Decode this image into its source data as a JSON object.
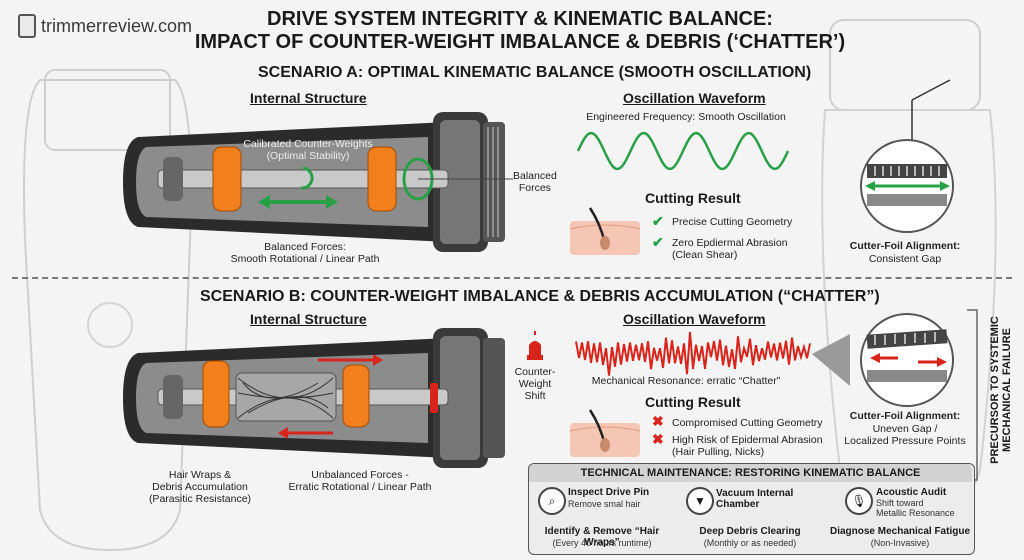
{
  "logo": {
    "text": "trimmerreview.com"
  },
  "title": {
    "line1": "DRIVE SYSTEM INTEGRITY & KINEMATIC BALANCE:",
    "line2": "IMPACT OF COUNTER-WEIGHT IMBALANCE & DEBRIS (‘CHATTER’)"
  },
  "scenario_a": {
    "heading": "SCENARIO A: OPTIMAL KINEMATIC BALANCE (SMOOTH OSCILLATION)",
    "internal_title": "Internal Structure",
    "counterweights": "Calibrated Counter-Weights\n(Optimal Stability)",
    "balanced_side": "Balanced\nForces",
    "balanced_bottom": "Balanced Forces:\nSmooth Rotational / Linear Path",
    "waveform_title": "Oscillation Waveform",
    "waveform_caption": "Engineered Frequency: Smooth Oscillation",
    "cutting_title": "Cutting Result",
    "results": [
      "Precise Cutting Geometry",
      "Zero Epdiermal Abrasion\n(Clean Shear)"
    ],
    "alignment_title": "Cutter-Foil Alignment:",
    "alignment_value": "Consistent Gap"
  },
  "scenario_b": {
    "heading": "SCENARIO B: COUNTER-WEIGHT IMBALANCE & DEBRIS ACCUMULATION (“CHATTER”)",
    "internal_title": "Internal Structure",
    "shift_label": "Counter-\nWeight\nShift",
    "hair_wraps": "Hair Wraps &\nDebris Accumulation\n(Parasitic Resistance)",
    "unbalanced": "Unbalanced Forces -\nErratic Rotational / Linear Path",
    "waveform_title": "Oscillation Waveform",
    "waveform_caption": "Mechanical Resonance: erratic “Chatter”",
    "cutting_title": "Cutting Result",
    "results": [
      "Compromised Cutting Geometry",
      "High Risk of Epidermal Abrasion\n(Hair Pulling, Nicks)"
    ],
    "alignment_title": "Cutter-Foil Alignment:",
    "alignment_value": "Uneven Gap /\nLocalized Pressure Points",
    "side_note": "PRECURSOR TO SYSTEMIC\nMECHANICAL FAILURE"
  },
  "maintenance": {
    "heading": "TECHNICAL MAINTENANCE: RESTORING KINEMATIC BALANCE",
    "items": [
      {
        "icon": "magnifier-icon",
        "title": "Inspect Drive Pin",
        "sub": "Remove smal hair"
      },
      {
        "icon": "vacuum-nozzle-icon",
        "title": "Vacuum Internal\nChamber",
        "sub": ""
      },
      {
        "icon": "microphone-icon",
        "title": "Acoustic Audit",
        "sub": "Shift toward\nMetallic Resonance"
      }
    ],
    "actions": [
      {
        "title": "Identify & Remove “Hair Wraps”",
        "sub": "(Every 40 hours runtime)"
      },
      {
        "title": "Deep Debris Clearing",
        "sub": "(Monthly or as needed)"
      },
      {
        "title": "Diagnose Mechanical Fatigue",
        "sub": "(Non-Invasive)"
      }
    ]
  },
  "colors": {
    "orange": "#f07f1c",
    "green": "#27a046",
    "red": "#d9241c",
    "dark": "#2b2b2b"
  }
}
